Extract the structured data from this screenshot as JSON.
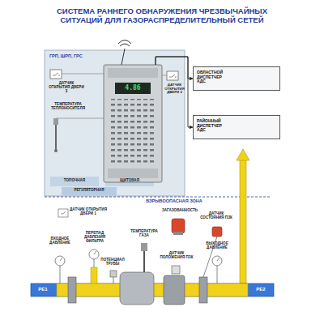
{
  "diagram": {
    "title": "СИСТЕМА РАННЕГО ОБНАРУЖЕНИЯ ЧРЕЗВЫЧАЙНЫХ СИТУАЦИЙ ДЛЯ ГАЗОРАСПРЕДЕЛИТЕЛЬНЫЙ СЕТЕЙ",
    "nodes": [
      {
        "text": [
          "ГРП, ШРП, ГРС"
        ]
      },
      {
        "text": [
          "4.86"
        ],
        "in": 0
      },
      {
        "text": [
          "ОБЛАСТНОЙ ДИСПЕТЧЕР АДС"
        ]
      },
      {
        "text": [
          "РАЙОННЫЙ ДИСПЕТЧЕР АДС"
        ]
      }
    ],
    "edges": [
      {
        "from": 1,
        "to": 2,
        "arrow": "to"
      },
      {
        "from": 1,
        "to": 3,
        "arrow": "to"
      }
    ],
    "labels": [
      "ДАТЧИК ОТКРЫТИЯ ДВЕРИ 3",
      "ТЕМПЕРАТУРА ТЕПЛОНОСИТЕЛЯ",
      "ДАТЧИК ОТКРЫТИЯ ДВЕРИ 2",
      "ТОПОЧНАЯ",
      "ЩИТОВАЯ",
      "РЕГУЛЯТОРНАЯ",
      "ВЗРЫВООПАСНАЯ ЗОНА",
      "ДАТЧИК ОТКРЫТИЯ ДВЕРИ 1",
      "ЗАГАЗОВАННОСТЬ",
      "ДАТЧИК СОСТОЯНИЯ ПЗК",
      "ВХОДНОЕ ДАВЛЕНИЕ",
      "ПЕРЕПАД ДАВЛЕНИЯ ФИЛЬТРА",
      "ТЕМПЕРАТУРА ГАЗА",
      "ДАТЧИК ПОЛОЖЕНИЯ ПЗК",
      "ВЫХОДНОЕ ДАВЛЕНИЕ",
      "ПОТЕНЦИАЛ ТРУБЫ",
      "РЕ1",
      "РЕ2"
    ]
  }
}
